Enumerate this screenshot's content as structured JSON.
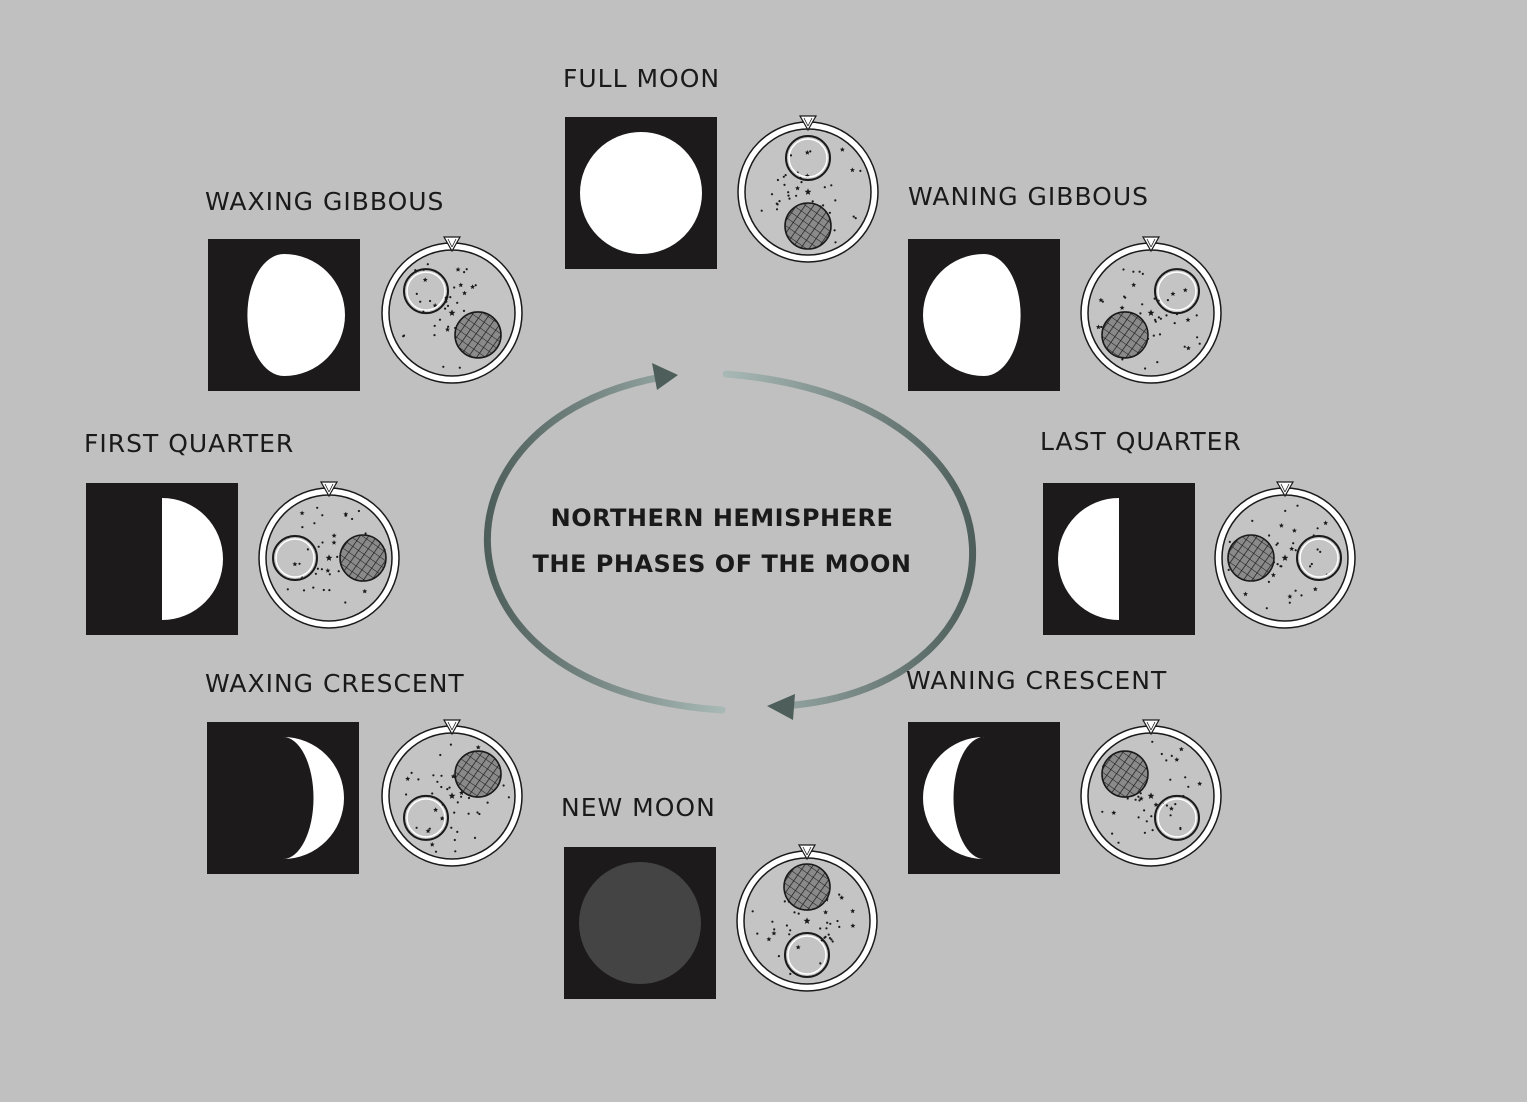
{
  "colors": {
    "background": "#c0c0c0",
    "panel": "#1c1a1b",
    "moon_lit": "#ffffff",
    "moon_dark": "#444444",
    "dial_fill": "#c4c4c4",
    "arrow_dark": "#4e5e5b",
    "arrow_light": "#a8b8b4"
  },
  "center": {
    "line1": "NORTHERN HEMISPHERE",
    "line2": "THE PHASES OF THE MOON"
  },
  "phases": [
    {
      "id": "full-moon",
      "label": "FULL MOON",
      "illumination": 1.0,
      "lit_side": "full"
    },
    {
      "id": "waning-gibbous",
      "label": "WANING GIBBOUS",
      "illumination": 0.8,
      "lit_side": "left"
    },
    {
      "id": "last-quarter",
      "label": "LAST QUARTER",
      "illumination": 0.5,
      "lit_side": "left"
    },
    {
      "id": "waning-crescent",
      "label": "WANING CRESCENT",
      "illumination": 0.25,
      "lit_side": "left"
    },
    {
      "id": "new-moon",
      "label": "NEW MOON",
      "illumination": 0.0,
      "lit_side": "none"
    },
    {
      "id": "waxing-crescent",
      "label": "WAXING CRESCENT",
      "illumination": 0.25,
      "lit_side": "right"
    },
    {
      "id": "first-quarter",
      "label": "FIRST QUARTER",
      "illumination": 0.5,
      "lit_side": "right"
    },
    {
      "id": "waxing-gibbous",
      "label": "WAXING GIBBOUS",
      "illumination": 0.8,
      "lit_side": "right"
    }
  ]
}
